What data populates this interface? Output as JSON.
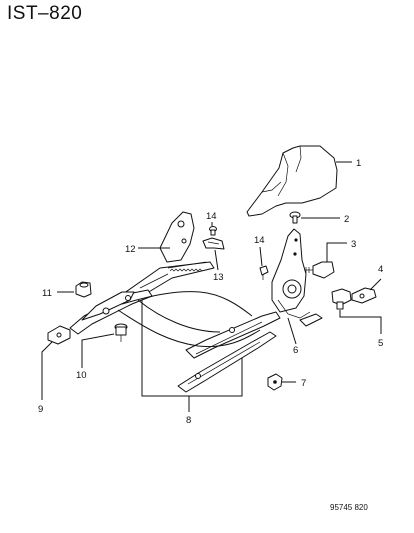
{
  "header": {
    "code": "IST–820"
  },
  "footer": {
    "figure_number": "95745  820"
  },
  "callouts": [
    "1",
    "2",
    "3",
    "4",
    "5",
    "6",
    "7",
    "8",
    "9",
    "10",
    "11",
    "12",
    "13",
    "14",
    "14"
  ]
}
